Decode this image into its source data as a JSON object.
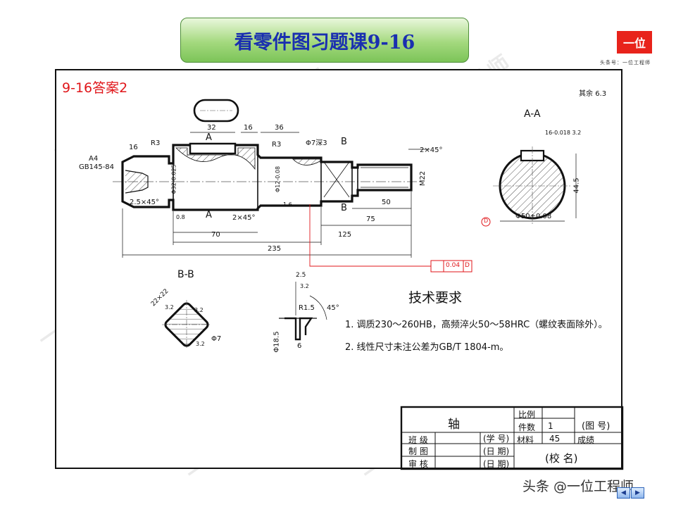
{
  "header": {
    "title": "看零件图习题课9-16",
    "logo_text": "一位",
    "logo_caption": "头条号：一位工程师"
  },
  "drawing": {
    "answer_tag": "9-16答案2",
    "roughness_note": "其余",
    "roughness_value": "6.3",
    "section_aa_label": "A-A",
    "section_bb_label": "B-B",
    "dims": {
      "d32": "32",
      "d16": "16",
      "d36": "36",
      "d16b": "16",
      "r3a": "R3",
      "r3b": "R3",
      "hole": "Φ7深3",
      "b_top": "B",
      "b_bot": "B",
      "a_top": "A",
      "a_bot": "A",
      "a4": "A4",
      "gb": "GB145-84",
      "chamfer_left": "2.5×45°",
      "chamfer_mid": "2×45°",
      "chamfer_right": "2×45°",
      "phi_left": "Φ32-0.025",
      "phi_mid": "Φ12-0.08",
      "m22": "M22",
      "d70": "70",
      "d125": "125",
      "d75": "75",
      "d50": "50",
      "d235": "235",
      "r08": "0.8",
      "r16": "1.6",
      "aa_key": "16-0.018",
      "aa_32": "3.2",
      "aa_445": "44.5",
      "aa_dia": "Φ50±0.08",
      "datum_d": "D",
      "tol_value": "0.04",
      "tol_datum": "D",
      "bb_22": "22×22",
      "bb_32": "3.2",
      "bb_32b": "3.2",
      "bb_32c": "3.2",
      "bb_phi7": "Φ7",
      "det_25": "2.5",
      "det_32": "3.2",
      "det_r15": "R1.5",
      "det_45": "45°",
      "det_185": "Φ18.5",
      "det_6": "6"
    }
  },
  "tech": {
    "title": "技术要求",
    "item1": "1.  调质230～260HB，高频淬火50～58HRC（螺纹表面除外）。",
    "item2": "2.  线性尺寸未注公差为GB/T 1804-m。"
  },
  "title_block": {
    "part_name": "轴",
    "scale_label": "比例",
    "scale_value": "1",
    "count_label": "件数",
    "drawing_no": "(图 号)",
    "class_label": "班 级",
    "student_no": "(学 号)",
    "material_label": "材料",
    "material_value": "45",
    "grade_label": "成绩",
    "draw_label": "制 图",
    "date1": "(日 期)",
    "check_label": "审 核",
    "date2": "(日 期)",
    "school": "(校   名)"
  },
  "footer": {
    "watermark": "头条 @一位工程师",
    "prev_label": "◀",
    "next_label": "▶"
  },
  "watermark_text": "一位工程师"
}
